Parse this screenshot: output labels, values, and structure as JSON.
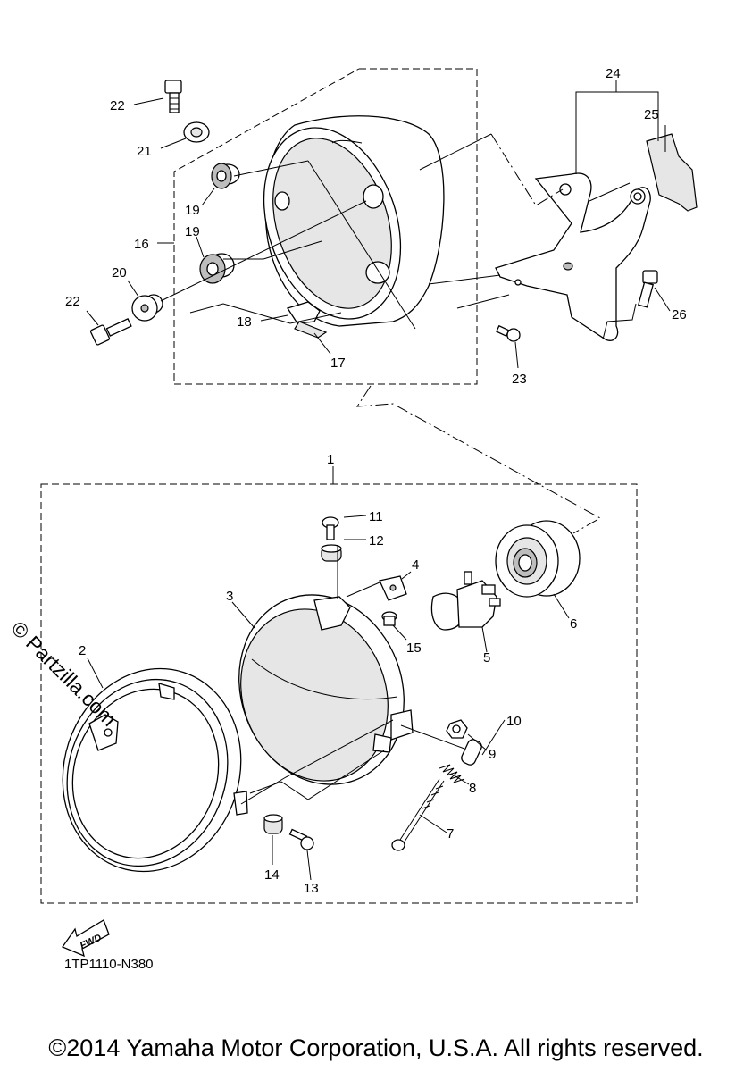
{
  "diagram": {
    "code": "1TP1110-N380",
    "copyright": "©2014 Yamaha Motor Corporation, U.S.A. All rights reserved.",
    "watermark": "© Partzilla.com",
    "fwd_label": "FWD"
  },
  "callouts": {
    "p1": "1",
    "p2": "2",
    "p3": "3",
    "p4": "4",
    "p5": "5",
    "p6": "6",
    "p7": "7",
    "p8": "8",
    "p9": "9",
    "p10": "10",
    "p11": "11",
    "p12": "12",
    "p13": "13",
    "p14": "14",
    "p15": "15",
    "p16": "16",
    "p17": "17",
    "p18": "18",
    "p19a": "19",
    "p19b": "19",
    "p20": "20",
    "p21": "21",
    "p22a": "22",
    "p22b": "22",
    "p23": "23",
    "p24": "24",
    "p25": "25",
    "p26": "26"
  },
  "icons": {
    "fwd": "fwd-arrow-icon"
  }
}
